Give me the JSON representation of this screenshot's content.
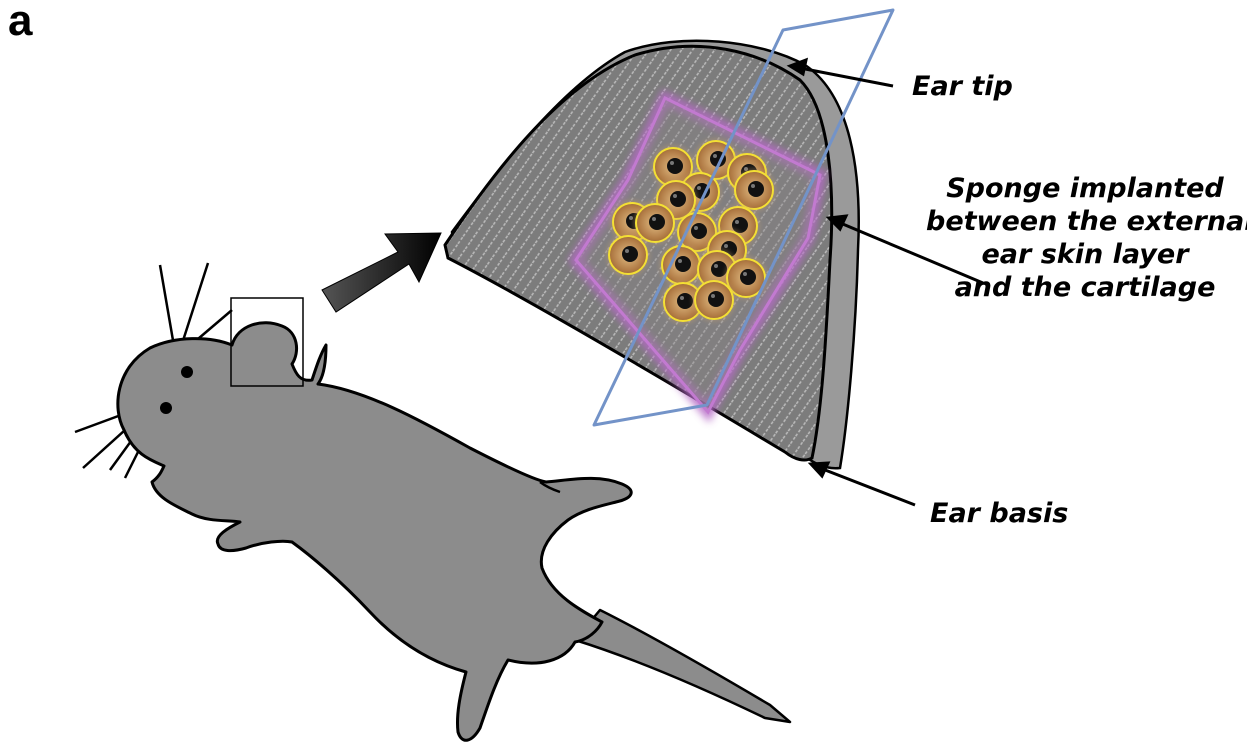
{
  "panel_letter": "a",
  "labels": {
    "ear_tip": "Ear tip",
    "sponge_lines": [
      "Sponge implanted",
      "between the external",
      "ear skin layer",
      "and the cartilage"
    ],
    "ear_basis": "Ear basis"
  },
  "colors": {
    "mouse_fill": "#8c8c8c",
    "ear_fill": "#7c7c7c",
    "hatch": "#b9b9b9",
    "sponge_border": "#b56ac6",
    "cell_outline": "#f4e034",
    "cell_fill": "#c8955d",
    "nucleus": "#111111",
    "plane": "#7393c8",
    "stroke": "#000000"
  }
}
